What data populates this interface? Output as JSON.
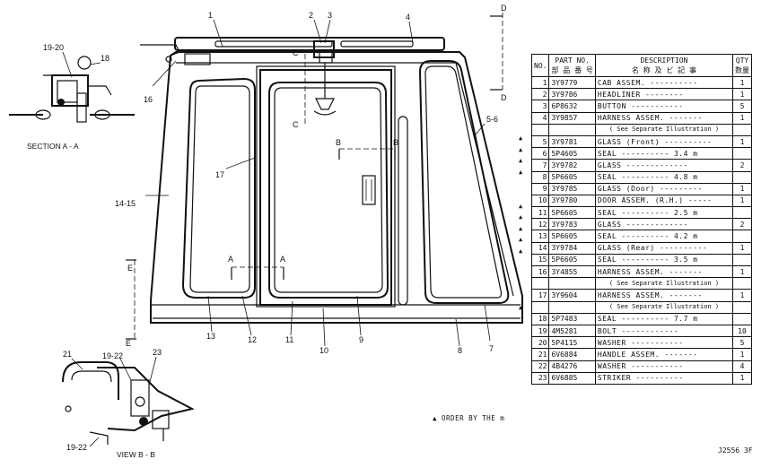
{
  "callouts": {
    "c1": "1",
    "c2": "2",
    "c3": "3",
    "c4": "4",
    "c5_6": "5-6",
    "c7": "7",
    "c8": "8",
    "c9": "9",
    "c10": "10",
    "c11": "11",
    "c12": "12",
    "c13": "13",
    "c14_15": "14-15",
    "c16": "16",
    "c17": "17",
    "c18": "18",
    "c19_20": "19-20",
    "c19_22a": "19-22",
    "c19_22b": "19-22",
    "c21": "21",
    "c23": "23"
  },
  "section_markers": {
    "a": "A",
    "b": "B",
    "c": "C",
    "d": "D",
    "e": "E"
  },
  "captions": {
    "section_aa": "SECTION A - A",
    "view_bb": "VIEW B - B"
  },
  "table": {
    "header": {
      "no": "NO.",
      "part_no": "PART NO.",
      "part_no_jp": "部 品 番 号",
      "description": "DESCRIPTION",
      "description_jp": "名 称 及 ビ 記 事",
      "qty": "QTY",
      "qty_jp": "数量"
    },
    "rows": [
      {
        "no": "1",
        "part_no": "3Y9779",
        "desc": "CAB ASSEM. ----------",
        "qty": "1",
        "mark": false
      },
      {
        "no": "2",
        "part_no": "3Y9786",
        "desc": "HEADLINER --------",
        "qty": "1",
        "mark": false
      },
      {
        "no": "3",
        "part_no": "6P8632",
        "desc": "BUTTON -----------",
        "qty": "5",
        "mark": false
      },
      {
        "no": "4",
        "part_no": "3Y9857",
        "desc": "HARNESS ASSEM. -------",
        "qty": "1",
        "mark": false
      },
      {
        "note": "( See Separate Illustration )"
      },
      {
        "no": "5",
        "part_no": "3Y9781",
        "desc": "GLASS (Front) ----------",
        "qty": "1",
        "mark": true
      },
      {
        "no": "6",
        "part_no": "5P4605",
        "desc": "SEAL ---------- 3.4 m",
        "qty": "",
        "mark": true
      },
      {
        "no": "7",
        "part_no": "3Y9782",
        "desc": "GLASS -------------",
        "qty": "2",
        "mark": true
      },
      {
        "no": "8",
        "part_no": "5P6605",
        "desc": "SEAL ---------- 4.8 m",
        "qty": "",
        "mark": true
      },
      {
        "no": "9",
        "part_no": "3Y9785",
        "desc": "GLASS (Door) ---------",
        "qty": "1",
        "mark": false
      },
      {
        "no": "10",
        "part_no": "3Y9780",
        "desc": "DOOR ASSEM. (R.H.) -----",
        "qty": "1",
        "mark": false
      },
      {
        "no": "11",
        "part_no": "5P6605",
        "desc": "SEAL ---------- 2.5 m",
        "qty": "",
        "mark": true
      },
      {
        "no": "12",
        "part_no": "3Y9783",
        "desc": "GLASS -------------",
        "qty": "2",
        "mark": true
      },
      {
        "no": "13",
        "part_no": "5P6605",
        "desc": "SEAL ---------- 4.2 m",
        "qty": "",
        "mark": true
      },
      {
        "no": "14",
        "part_no": "3Y9784",
        "desc": "GLASS (Rear) ----------",
        "qty": "1",
        "mark": true
      },
      {
        "no": "15",
        "part_no": "5P6605",
        "desc": "SEAL ---------- 3.5 m",
        "qty": "",
        "mark": true
      },
      {
        "no": "16",
        "part_no": "3Y4855",
        "desc": "HARNESS ASSEM. -------",
        "qty": "1",
        "mark": false
      },
      {
        "note": "( See Separate Illustration )"
      },
      {
        "no": "17",
        "part_no": "3Y9604",
        "desc": "HARNESS ASSEM. -------",
        "qty": "1",
        "mark": false
      },
      {
        "note": "( See Separate Illustration )"
      },
      {
        "no": "18",
        "part_no": "5P7483",
        "desc": "SEAL ---------- 7.7 m",
        "qty": "",
        "mark": true
      },
      {
        "no": "19",
        "part_no": "4M5281",
        "desc": "BOLT ------------",
        "qty": "10",
        "mark": false
      },
      {
        "no": "20",
        "part_no": "5P4115",
        "desc": "WASHER -----------",
        "qty": "5",
        "mark": false
      },
      {
        "no": "21",
        "part_no": "6V6884",
        "desc": "HANDLE ASSEM. -------",
        "qty": "1",
        "mark": false
      },
      {
        "no": "22",
        "part_no": "4B4276",
        "desc": "WASHER -----------",
        "qty": "4",
        "mark": false
      },
      {
        "no": "23",
        "part_no": "6V6885",
        "desc": "STRIKER ----------",
        "qty": "1",
        "mark": false
      }
    ]
  },
  "footer": {
    "order_note": "▲ ORDER BY THE m",
    "drawing_id": "J2556 3F"
  }
}
